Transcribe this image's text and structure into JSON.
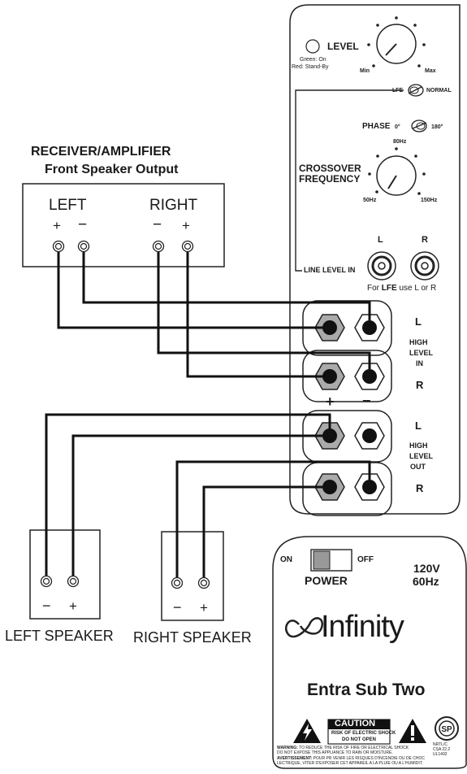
{
  "receiver": {
    "title": "RECEIVER/AMPLIFIER",
    "subtitle": "Front Speaker Output",
    "left_label": "LEFT",
    "right_label": "RIGHT",
    "plus": "+",
    "minus": "−"
  },
  "panel": {
    "level_label": "LEVEL",
    "led_green": "Green: On",
    "led_red": "Red: Stand-By",
    "min_label": "Min",
    "max_label": "Max",
    "lfe_label": "LFE",
    "normal_label": "NORMAL",
    "phase_label": "PHASE",
    "phase_0": "0°",
    "phase_180": "180°",
    "hz80": "80Hz",
    "crossover_line1": "CROSSOVER",
    "crossover_line2": "FREQUENCY",
    "hz50": "50Hz",
    "hz150": "150Hz",
    "line_level_in": "LINE LEVEL IN",
    "rca_l": "L",
    "rca_r": "R",
    "lfe_note_pre": "For ",
    "lfe_note_bold": "LFE",
    "lfe_note_post": " use L or R",
    "high_in_l": "L",
    "high_in_line1": "HIGH",
    "high_in_line2": "LEVEL",
    "high_in_line3": "IN",
    "high_in_r": "R",
    "plus": "+",
    "minus": "−",
    "high_out_l": "L",
    "high_out_line1": "HIGH",
    "high_out_line2": "LEVEL",
    "high_out_line3": "OUT",
    "high_out_r": "R"
  },
  "power": {
    "on_label": "ON",
    "off_label": "OFF",
    "power_label": "POWER",
    "voltage": "120V",
    "frequency": "60Hz",
    "brand": "Infinity",
    "model": "Entra Sub Two",
    "caution": "CAUTION",
    "caution_sub1": "RISK OF ELECTRIC SHOCK",
    "caution_sub2": "DO NOT OPEN",
    "warning_bold": "WARNING:",
    "warning_text1": " TO REDUCE THE RISK OF FIRE OR ELECTRICAL SHOCK",
    "warning_text2": "DO NOT EXPOSE THIS APPLIANCE TO RAIN OR MOISTURE.",
    "avert_bold": "AVERTISSEMENT:",
    "avert_text1": " POUR PR VENIR LES RISQUES D'INCENDIE OU DE CHOC",
    "avert_text2": "LECTRIQUE, VITER D'EXPOSER CET APPAREIL A LA PLUIE OU A L'HUMIDIT.",
    "cert1": "NRTL/C",
    "cert2": "CSA 22.2",
    "cert3": "UL1492"
  },
  "speakers": {
    "left_label": "LEFT SPEAKER",
    "right_label": "RIGHT SPEAKER",
    "minus": "−",
    "plus": "+"
  }
}
